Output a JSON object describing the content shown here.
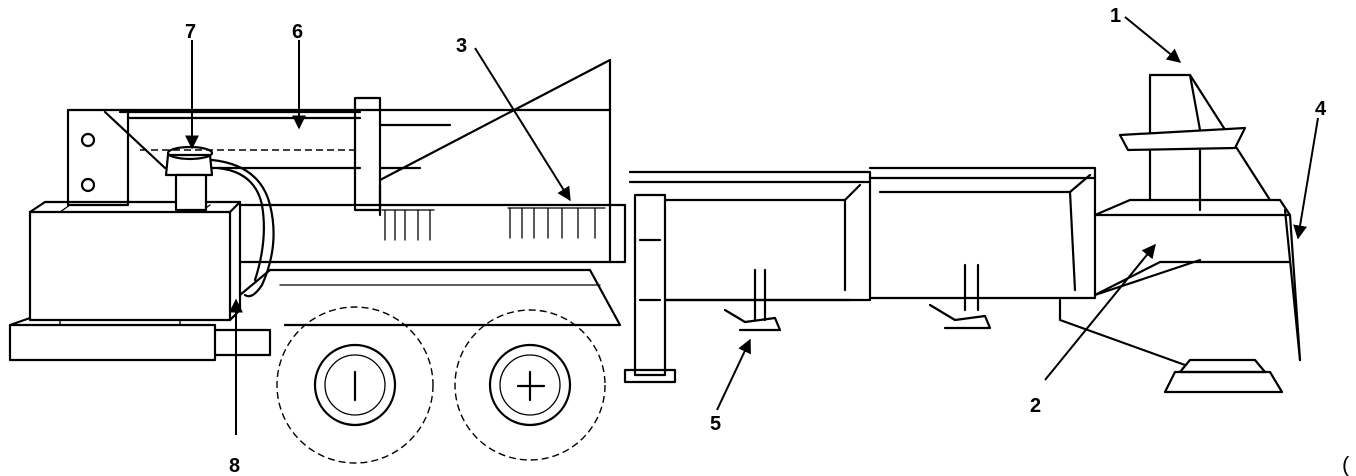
{
  "callouts": [
    {
      "id": "1",
      "label": "1"
    },
    {
      "id": "2",
      "label": "2"
    },
    {
      "id": "3",
      "label": "3"
    },
    {
      "id": "4",
      "label": "4"
    },
    {
      "id": "5",
      "label": "5"
    },
    {
      "id": "6",
      "label": "6"
    },
    {
      "id": "7",
      "label": "7"
    },
    {
      "id": "8",
      "label": "8"
    }
  ],
  "corner_mark": "("
}
